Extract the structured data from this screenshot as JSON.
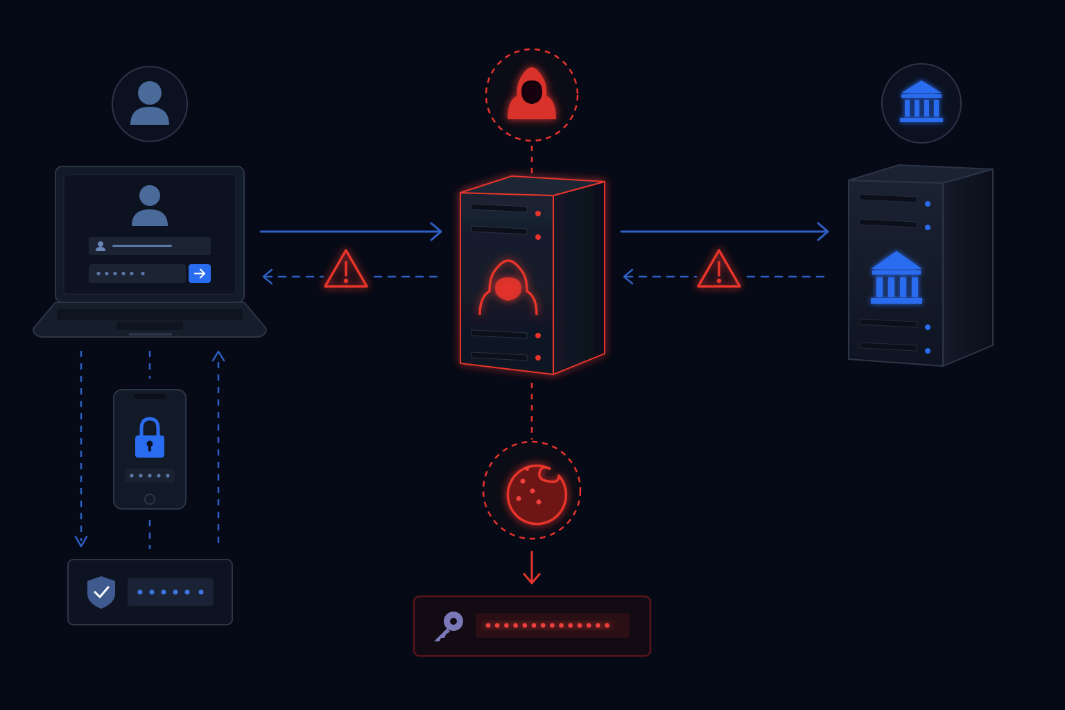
{
  "colors": {
    "background": "#050a16",
    "panel": "#161c2a",
    "panel_dark": "#0c1220",
    "outline": "#2c3547",
    "user_blue": "#4a6a9a",
    "flow_blue": "#2f5fc4",
    "accent_blue": "#2a6cf0",
    "attacker_red": "#e8342c",
    "attacker_red_dark": "#7a1212",
    "key_purple": "#7a78b8"
  },
  "nodes": [
    {
      "id": "user",
      "icon": "user-icon"
    },
    {
      "id": "laptop",
      "icon": "laptop-icon",
      "contents": [
        "login-form-avatar",
        "username-field",
        "password-field",
        "submit-arrow-button"
      ]
    },
    {
      "id": "phone",
      "icon": "mobile-phone-icon",
      "contents": [
        "lock-icon",
        "otp-field"
      ]
    },
    {
      "id": "mfa-token",
      "icon": "shield-check-icon",
      "contents": [
        "otp-code-field"
      ]
    },
    {
      "id": "attacker",
      "icon": "hacker-hood-icon"
    },
    {
      "id": "proxy-server",
      "icon": "server-icon",
      "contents": [
        "hacker-hood-icon"
      ]
    },
    {
      "id": "session-cookie",
      "icon": "cookie-icon"
    },
    {
      "id": "stolen-token",
      "icon": "key-icon",
      "contents": [
        "token-field"
      ]
    },
    {
      "id": "bank",
      "icon": "bank-icon"
    },
    {
      "id": "bank-server",
      "icon": "server-icon",
      "contents": [
        "bank-icon"
      ]
    }
  ],
  "flows": [
    {
      "from": "laptop",
      "to": "proxy-server",
      "style": "solid",
      "color": "flow_blue"
    },
    {
      "from": "proxy-server",
      "to": "laptop",
      "style": "dashed",
      "color": "flow_blue",
      "marker": "warning-icon"
    },
    {
      "from": "proxy-server",
      "to": "bank-server",
      "style": "solid",
      "color": "flow_blue"
    },
    {
      "from": "bank-server",
      "to": "proxy-server",
      "style": "dashed",
      "color": "flow_blue",
      "marker": "warning-icon"
    },
    {
      "from": "laptop",
      "to": "mfa-token",
      "style": "dashed",
      "color": "flow_blue"
    },
    {
      "from": "mfa-token",
      "to": "laptop",
      "style": "dashed",
      "color": "flow_blue"
    },
    {
      "from": "attacker",
      "to": "proxy-server",
      "style": "dashed",
      "color": "attacker_red"
    },
    {
      "from": "proxy-server",
      "to": "session-cookie",
      "style": "dashed",
      "color": "attacker_red"
    },
    {
      "from": "session-cookie",
      "to": "stolen-token",
      "style": "solid",
      "color": "attacker_red"
    }
  ]
}
